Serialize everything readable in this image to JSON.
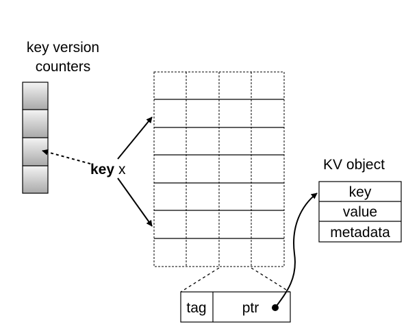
{
  "counters": {
    "title_line1": "key version",
    "title_line2": "counters",
    "cell_count": 4
  },
  "key_label": {
    "bold": "key",
    "normal": "x"
  },
  "table": {
    "rows": 7,
    "columns": 4
  },
  "slot": {
    "tag": "tag",
    "ptr": "ptr"
  },
  "kv_object": {
    "title": "KV object",
    "fields": [
      "key",
      "value",
      "metadata"
    ]
  },
  "colors": {
    "counter_gradient_light": "#f4f4f4",
    "counter_gradient_dark": "#a9a9a9",
    "line": "#000000"
  }
}
